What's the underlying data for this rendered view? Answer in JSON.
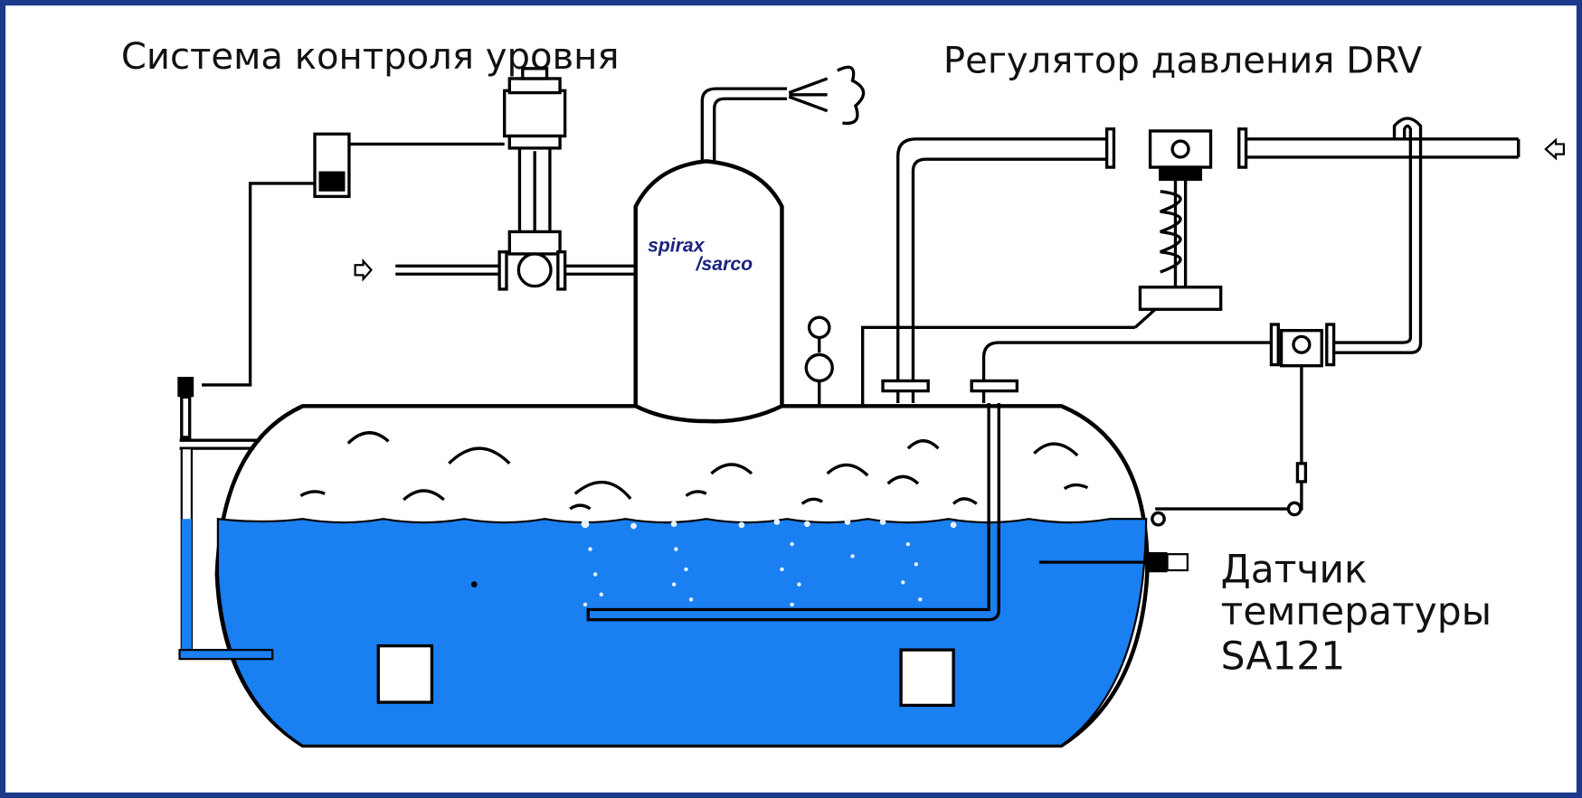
{
  "titles": {
    "level_control": "Система контроля уровня",
    "pressure_regulator": "Регулятор давления DRV"
  },
  "sensor_label": {
    "line1": "Датчик",
    "line2": "температуры",
    "line3": "SA121"
  },
  "logo": {
    "line1": "spirax",
    "line2": "/sarco"
  },
  "colors": {
    "frame": "#1c3a8c",
    "water": "#1a7ff0",
    "logo": "#1a237e",
    "line": "#000000"
  }
}
